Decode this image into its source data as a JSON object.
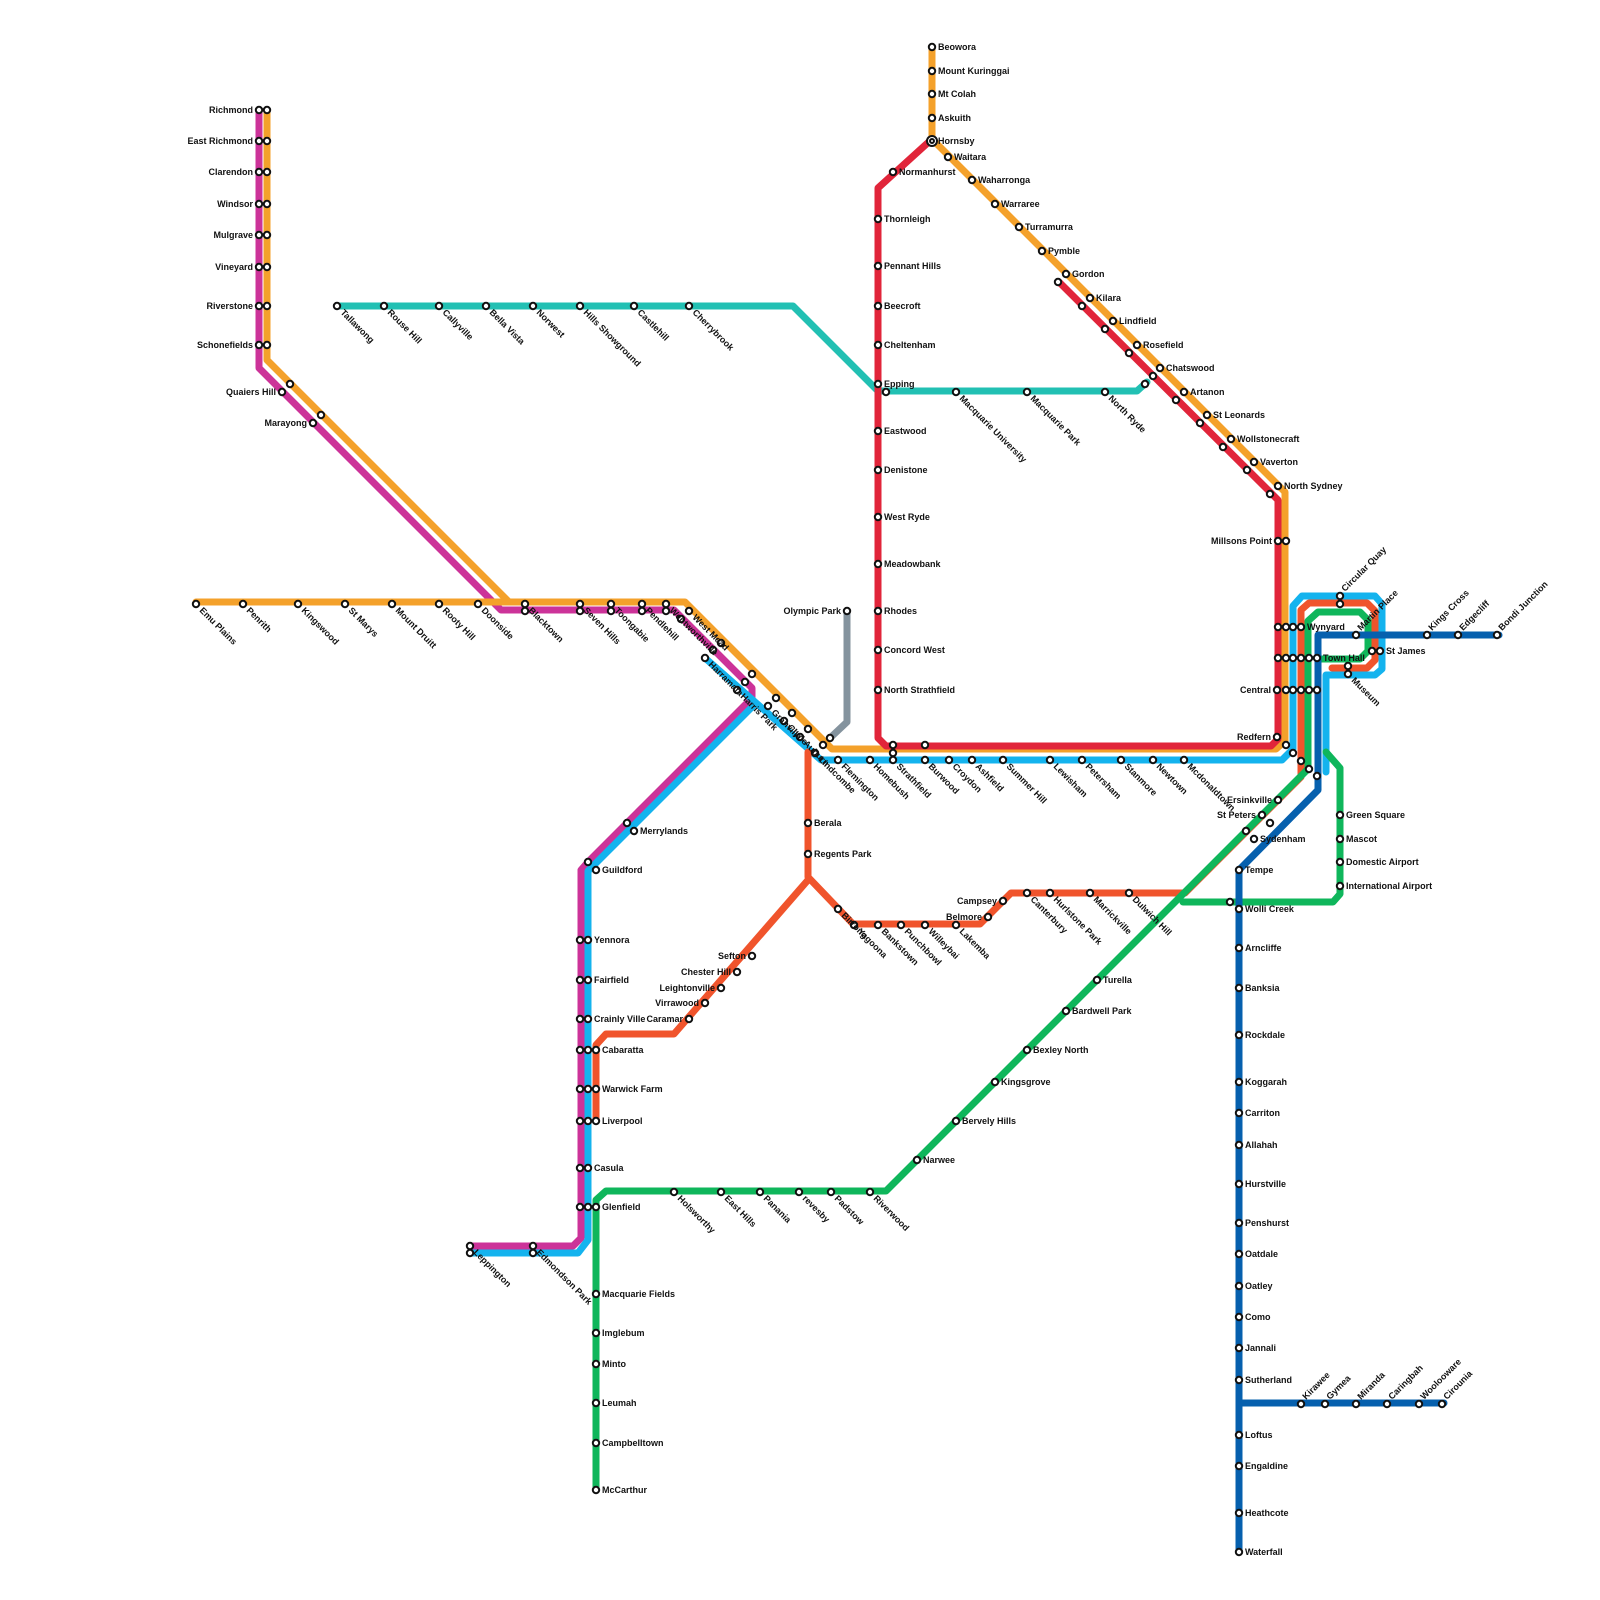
{
  "lines": {
    "t1_orange": {
      "color": "#f4a12b"
    },
    "t5_magenta": {
      "color": "#cc3399"
    },
    "t2_blue": {
      "color": "#14b3ee"
    },
    "t3_red": {
      "color": "#e1253a"
    },
    "t6_orange_red": {
      "color": "#f0542c"
    },
    "t8_green": {
      "color": "#0fb65b"
    },
    "t4_dark_blue": {
      "color": "#0660ae"
    },
    "metro_teal": {
      "color": "#22c0b3"
    },
    "olympic_grey": {
      "color": "#84939e"
    }
  },
  "stations": [
    {
      "n": "Richmond"
    },
    {
      "n": "East Richmond"
    },
    {
      "n": "Clarendon"
    },
    {
      "n": "Windsor"
    },
    {
      "n": "Mulgrave"
    },
    {
      "n": "Vineyard"
    },
    {
      "n": "Riverstone"
    },
    {
      "n": "Schonefields"
    },
    {
      "n": "Quaiers Hill"
    },
    {
      "n": "Marayong"
    },
    {
      "n": "Emu Plains"
    },
    {
      "n": "Penrith"
    },
    {
      "n": "Kingswood"
    },
    {
      "n": "St Marys"
    },
    {
      "n": "Mount Druitt"
    },
    {
      "n": "Rooty Hill"
    },
    {
      "n": "Doonside"
    },
    {
      "n": "Blacktown"
    },
    {
      "n": "Seven Hills"
    },
    {
      "n": "Toongabie"
    },
    {
      "n": "Pendlehill"
    },
    {
      "n": "Wentworthville"
    },
    {
      "n": "West Mead"
    },
    {
      "n": "Harramata"
    },
    {
      "n": "Harris Park"
    },
    {
      "n": "Granville"
    },
    {
      "n": "Clyde"
    },
    {
      "n": "Auburn"
    },
    {
      "n": "Lindcombe"
    },
    {
      "n": "Flemington"
    },
    {
      "n": "Homebush"
    },
    {
      "n": "Strathfield"
    },
    {
      "n": "Burwood"
    },
    {
      "n": "Croydon"
    },
    {
      "n": "Ashfield"
    },
    {
      "n": "Summer Hill"
    },
    {
      "n": "Lewisham"
    },
    {
      "n": "Petersham"
    },
    {
      "n": "Stanmore"
    },
    {
      "n": "Newtown"
    },
    {
      "n": "Mcdonaldtown"
    },
    {
      "n": "Redfern"
    },
    {
      "n": "Merrylands"
    },
    {
      "n": "Guildford"
    },
    {
      "n": "Yennora"
    },
    {
      "n": "Fairfield"
    },
    {
      "n": "Crainly Ville"
    },
    {
      "n": "Cabaratta"
    },
    {
      "n": "Warwick Farm"
    },
    {
      "n": "Liverpool"
    },
    {
      "n": "Casula"
    },
    {
      "n": "Glenfield"
    },
    {
      "n": "Leppington"
    },
    {
      "n": "Edmondson Park"
    },
    {
      "n": "Macquarie Fields"
    },
    {
      "n": "Imglebum"
    },
    {
      "n": "Minto"
    },
    {
      "n": "Leumah"
    },
    {
      "n": "Campbelltown"
    },
    {
      "n": "McCarthur"
    },
    {
      "n": "Holsworthy"
    },
    {
      "n": "East Hills"
    },
    {
      "n": "Panania"
    },
    {
      "n": "revesby"
    },
    {
      "n": "Padstow"
    },
    {
      "n": "Riverwood"
    },
    {
      "n": "Narwee"
    },
    {
      "n": "Bervely Hills"
    },
    {
      "n": "Kingsgrove"
    },
    {
      "n": "Bexley North"
    },
    {
      "n": "Bardwell Park"
    },
    {
      "n": "Turella"
    },
    {
      "n": "Wolli Creek"
    },
    {
      "n": "International Airport"
    },
    {
      "n": "Domestic Airport"
    },
    {
      "n": "Mascot"
    },
    {
      "n": "Green Square"
    },
    {
      "n": "Berala"
    },
    {
      "n": "Regents Park"
    },
    {
      "n": "Birrong"
    },
    {
      "n": "Yagoona"
    },
    {
      "n": "Bankstown"
    },
    {
      "n": "Punchbowl"
    },
    {
      "n": "Willeybai"
    },
    {
      "n": "Lakemba"
    },
    {
      "n": "Belmore"
    },
    {
      "n": "Campsey"
    },
    {
      "n": "Canterbury"
    },
    {
      "n": "Hurlstone Park"
    },
    {
      "n": "Marrickville"
    },
    {
      "n": "Dulwich Hill"
    },
    {
      "n": "Ersinkville"
    },
    {
      "n": "St Peters"
    },
    {
      "n": "Sydenham"
    },
    {
      "n": "Sefton"
    },
    {
      "n": "Chester Hill"
    },
    {
      "n": "Leightonville"
    },
    {
      "n": "Virrawood"
    },
    {
      "n": "Caramar"
    },
    {
      "n": "Tallawong"
    },
    {
      "n": "Rouse Hill"
    },
    {
      "n": "Callyville"
    },
    {
      "n": "Bella Vista"
    },
    {
      "n": "Norwest"
    },
    {
      "n": "Hills Showground"
    },
    {
      "n": "Castlehill"
    },
    {
      "n": "Cherrybrook"
    },
    {
      "n": "Epping"
    },
    {
      "n": "Macquarie University"
    },
    {
      "n": "Macquarie Park"
    },
    {
      "n": "North Ryde"
    },
    {
      "n": "Beowora"
    },
    {
      "n": "Mount Kuringgai"
    },
    {
      "n": "Mt Colah"
    },
    {
      "n": "Askuith"
    },
    {
      "n": "Hornsby"
    },
    {
      "n": "Waitara"
    },
    {
      "n": "Waharronga"
    },
    {
      "n": "Warraree"
    },
    {
      "n": "Turramurra"
    },
    {
      "n": "Pymble"
    },
    {
      "n": "Gordon"
    },
    {
      "n": "Kilara"
    },
    {
      "n": "Lindfield"
    },
    {
      "n": "Rosefield"
    },
    {
      "n": "Chatswood"
    },
    {
      "n": "Artanon"
    },
    {
      "n": "St Leonards"
    },
    {
      "n": "Wollstonecraft"
    },
    {
      "n": "Vaverton"
    },
    {
      "n": "North Sydney"
    },
    {
      "n": "Millsons Point"
    },
    {
      "n": "Normanhurst"
    },
    {
      "n": "Thornleigh"
    },
    {
      "n": "Pennant Hills"
    },
    {
      "n": "Beecroft"
    },
    {
      "n": "Cheltenham"
    },
    {
      "n": "Eastwood"
    },
    {
      "n": "Denistone"
    },
    {
      "n": "West Ryde"
    },
    {
      "n": "Meadowbank"
    },
    {
      "n": "Rhodes"
    },
    {
      "n": "Concord West"
    },
    {
      "n": "North Strathfield"
    },
    {
      "n": "Olympic Park"
    },
    {
      "n": "Wynyard"
    },
    {
      "n": "Town Hall"
    },
    {
      "n": "Central"
    },
    {
      "n": "Circular Quay"
    },
    {
      "n": "Martin Place"
    },
    {
      "n": "St James"
    },
    {
      "n": "Museum"
    },
    {
      "n": "Kings Cross"
    },
    {
      "n": "Edgecliff"
    },
    {
      "n": "Bondi Junction"
    },
    {
      "n": "Tempe"
    },
    {
      "n": "Arncliffe"
    },
    {
      "n": "Banksia"
    },
    {
      "n": "Rockdale"
    },
    {
      "n": "Koggarah"
    },
    {
      "n": "Carriton"
    },
    {
      "n": "Allahah"
    },
    {
      "n": "Hurstville"
    },
    {
      "n": "Penshurst"
    },
    {
      "n": "Oatdale"
    },
    {
      "n": "Oatley"
    },
    {
      "n": "Como"
    },
    {
      "n": "Jannali"
    },
    {
      "n": "Sutherland"
    },
    {
      "n": "Loftus"
    },
    {
      "n": "Engaldine"
    },
    {
      "n": "Heathcote"
    },
    {
      "n": "Waterfall"
    },
    {
      "n": "Kirawee"
    },
    {
      "n": "Gymea"
    },
    {
      "n": "Miranda"
    },
    {
      "n": "Caringbah"
    },
    {
      "n": "Woolooware"
    },
    {
      "n": "Cirounia"
    }
  ]
}
